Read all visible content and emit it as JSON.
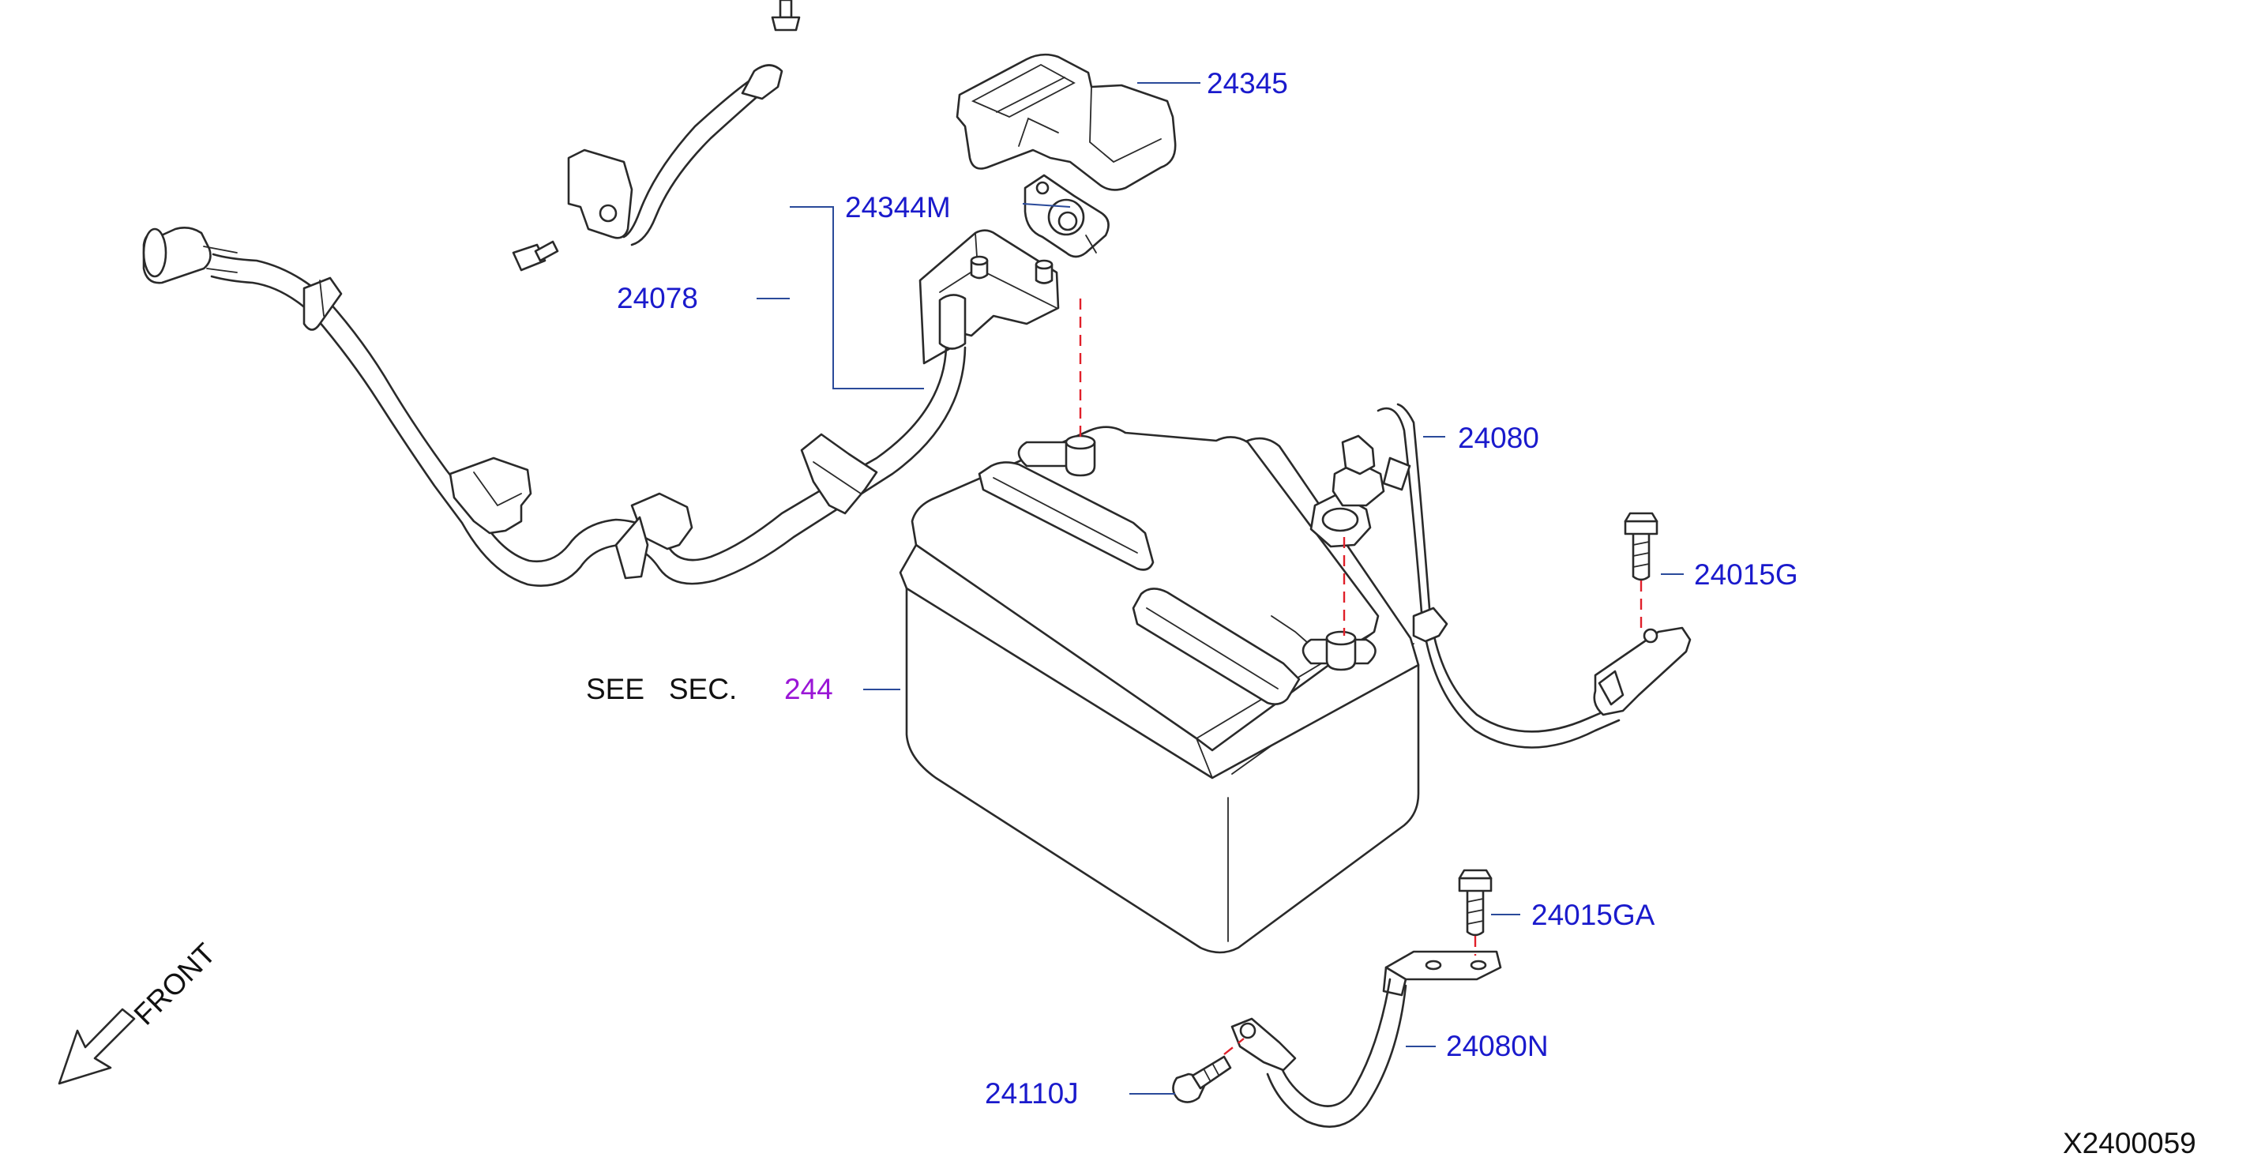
{
  "diagram": {
    "colors": {
      "part_number": "#1a1acc",
      "section_ref": "#9a16d6",
      "leader": "#2a4a9a",
      "dashed": "#e0202a",
      "line_art": "#2a2a2a",
      "text": "#111111"
    },
    "callouts": {
      "c24345": "24345",
      "c24344m": "24344M",
      "c24078": "24078",
      "c24080": "24080",
      "c24015g": "24015G",
      "c244": "244",
      "c24015ga": "24015GA",
      "c24080n": "24080N",
      "c24110j": "24110J"
    },
    "see_sec_label": "SEE   SEC.",
    "front_label": "FRONT",
    "figure_code": "X2400059"
  }
}
